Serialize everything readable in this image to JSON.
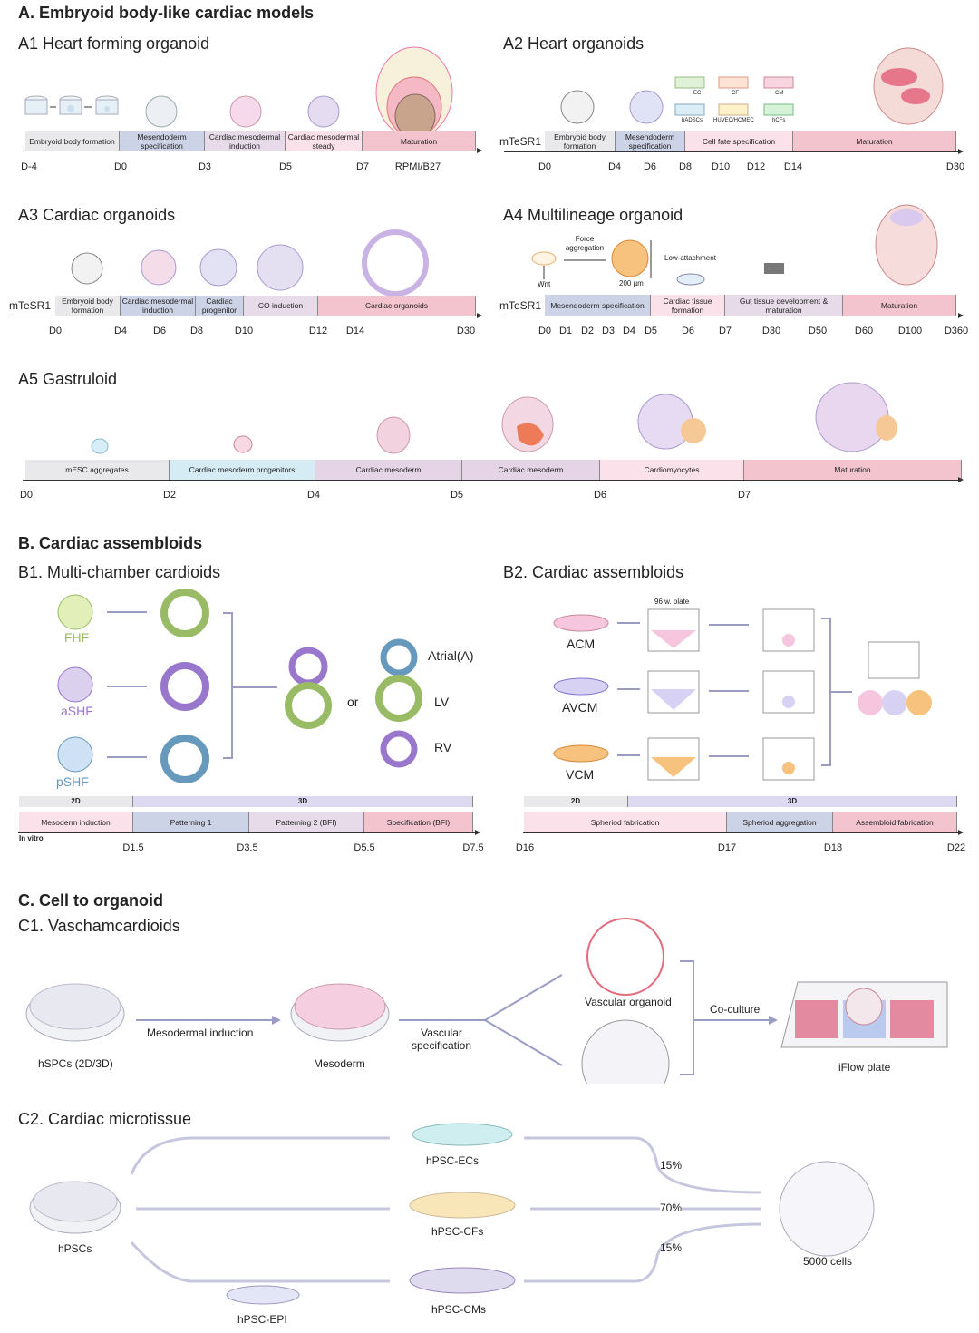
{
  "sectionA": {
    "title": "A. Embryoid body-like cardiac models",
    "a1": {
      "title": "A1 Heart forming organoid",
      "segments": [
        "Embryoid body formation",
        "Mesendoderm specification",
        "Cardiac mesodermal induction",
        "Cardiac mesodermal steady",
        "Maturation"
      ],
      "days": [
        "D-4",
        "D0",
        "D3",
        "D5",
        "D7"
      ],
      "medium": "RPMI/B27"
    },
    "a2": {
      "title": "A2 Heart organoids",
      "prefix": "mTeSR1",
      "segments": [
        "Embryoid body formation",
        "Mesendoderm specification",
        "Cell fate specification",
        "Maturation"
      ],
      "days": [
        "D0",
        "D4",
        "D6",
        "D8",
        "D10",
        "D12",
        "D14",
        "D30"
      ],
      "cells": [
        "EC",
        "CF",
        "CM",
        "hADSCs",
        "HUVEC/HCMEC",
        "hCFs"
      ]
    },
    "a3": {
      "title": "A3 Cardiac organoids",
      "prefix": "mTeSR1",
      "segments": [
        "Embryoid body formation",
        "Cardiac mesodermal induction",
        "Cardiac progenitor",
        "CO induction",
        "Cardiac organoids"
      ],
      "days": [
        "D0",
        "D4",
        "D6",
        "D8",
        "D10",
        "D12",
        "D14",
        "D30"
      ]
    },
    "a4": {
      "title": "A4 Multilineage organoid",
      "prefix": "mTeSR1",
      "force": "Force aggregation",
      "wnt": "Wnt",
      "size": "200 µm",
      "lowatt": "Low-attachment",
      "segments": [
        "Mesendoderm specification",
        "Cardiac tissue formation",
        "Gut tissue development & maturation",
        "Maturation"
      ],
      "days": [
        "D0",
        "D1",
        "D2",
        "D3",
        "D4",
        "D5",
        "D6",
        "D7",
        "D30",
        "D50",
        "D60",
        "D100",
        "D360"
      ]
    },
    "a5": {
      "title": "A5 Gastruloid",
      "segments": [
        "mESC aggregates",
        "Cardiac mesoderm progenitors",
        "Cardiac mesoderm",
        "Cardiac mesoderm",
        "Cardiomyocytes",
        "Maturation"
      ],
      "days": [
        "D0",
        "D2",
        "D4",
        "D5",
        "D6",
        "D7"
      ]
    }
  },
  "sectionB": {
    "title": "B. Cardiac assembloids",
    "b1": {
      "title": "B1. Multi-chamber cardioids",
      "sources": [
        "FHF",
        "aSHF",
        "pSHF"
      ],
      "or": "or",
      "chambers": [
        "Atrial(A)",
        "LV",
        "RV"
      ],
      "dims": [
        "2D",
        "3D"
      ],
      "segments": [
        "Mesoderm induction",
        "Patterning 1",
        "Patterning 2 (BFI)",
        "Specification (BFI)"
      ],
      "invitro": "In vitro",
      "days": [
        "D1.5",
        "D3.5",
        "D5.5",
        "D7.5"
      ]
    },
    "b2": {
      "title": "B2. Cardiac assembloids",
      "plate": "96 w. plate",
      "cells": [
        "ACM",
        "AVCM",
        "VCM"
      ],
      "dims": [
        "2D",
        "3D"
      ],
      "segments": [
        "Spheriod fabrication",
        "Spheriod aggregation",
        "Assembloid fabrication"
      ],
      "days": [
        "D16",
        "D17",
        "D18",
        "D22"
      ]
    }
  },
  "sectionC": {
    "title": "C. Cell to organoid",
    "c1": {
      "title": "C1. Vaschamcardioids",
      "start": "hSPCs (2D/3D)",
      "induction": "Mesodermal induction",
      "mesoderm": "Mesoderm",
      "vascular_spec": "Vascular specification",
      "vascular_organoid": "Vascular organoid",
      "coculture": "Co-culture",
      "plate": "iFlow plate"
    },
    "c2": {
      "title": "C2. Cardiac microtissue",
      "start": "hPSCs",
      "ecs": "hPSC-ECs",
      "cfs": "hPSC-CFs",
      "cms": "hPSC-CMs",
      "epi": "hPSC-EPI",
      "pct1": "15%",
      "pct2": "70%",
      "pct3": "15%",
      "result": "5000 cells"
    }
  },
  "colors": {
    "gray": "#e9e9eb",
    "blue": "#cdd3e6",
    "pink": "#f3c4ce",
    "lavender": "#dcd9f1",
    "arrow": "#9b9cc4"
  }
}
